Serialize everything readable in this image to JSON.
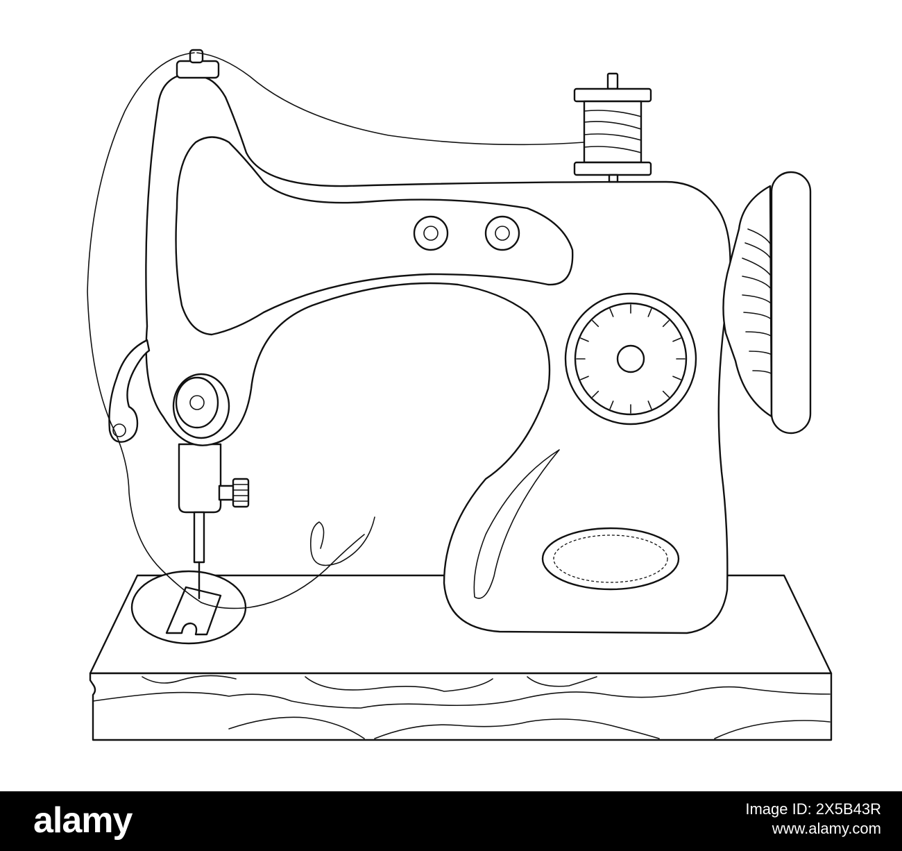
{
  "watermark": {
    "logo": "alamy",
    "image_id": "Image ID: 2X5B43R",
    "site": "www.alamy.com"
  },
  "colors": {
    "line": "#111111",
    "background": "#ffffff",
    "watermark_bar": "#000000",
    "watermark_text": "#ffffff"
  }
}
